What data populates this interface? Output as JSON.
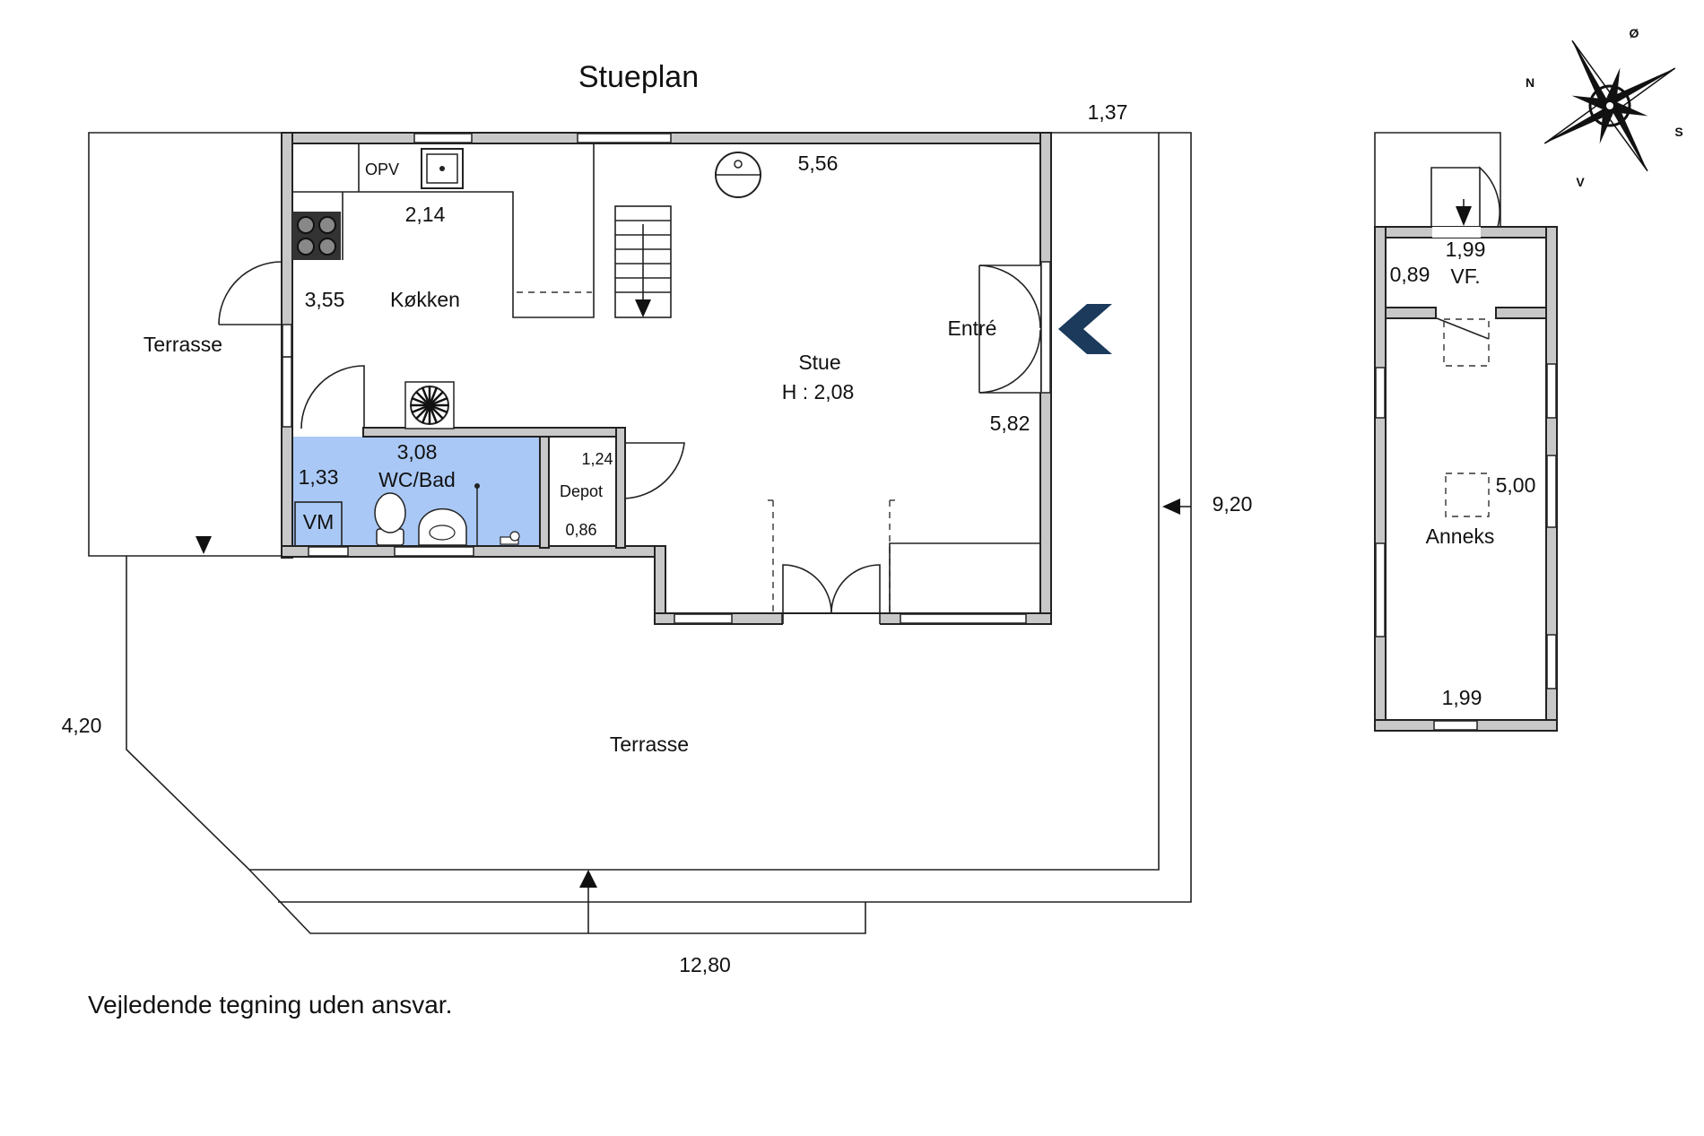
{
  "title": "Stueplan",
  "disclaimer": "Vejledende tegning uden ansvar.",
  "colors": {
    "bathroom": "#a9c8f5",
    "entrance_arrow": "#1b3a5c",
    "wall": "#c8c8c8"
  },
  "compass": {
    "n": "N",
    "o": "Ø",
    "s": "S",
    "v": "V"
  },
  "rooms": {
    "kitchen": {
      "name": "Køkken",
      "width": "2,14",
      "depth": "3,55",
      "opv": "OPV"
    },
    "living": {
      "name": "Stue",
      "height": "H : 2,08",
      "width": "5,56",
      "depth": "5,82"
    },
    "entrance": {
      "name": "Entré"
    },
    "bathroom": {
      "name": "WC/Bad",
      "width": "3,08",
      "depth": "1,33",
      "vm": "VM"
    },
    "depot": {
      "name": "Depot",
      "width": "1,24",
      "depth": "0,86"
    },
    "terrace_west": {
      "name": "Terrasse"
    },
    "terrace_south": {
      "name": "Terrasse"
    },
    "vf": {
      "name": "VF.",
      "width": "1,99",
      "depth": "0,89"
    },
    "annex": {
      "name": "Anneks",
      "width": "1,99",
      "depth": "5,00"
    }
  },
  "dimensions": {
    "top": "1,37",
    "right": "9,20",
    "left": "4,20",
    "bottom": "12,80"
  }
}
